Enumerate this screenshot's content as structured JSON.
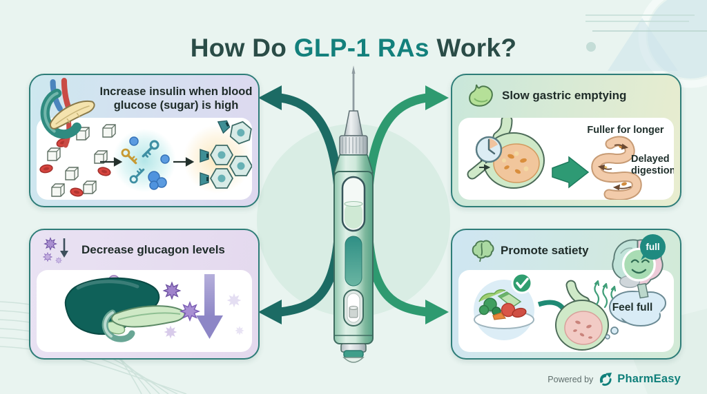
{
  "title": {
    "prefix": "How Do ",
    "highlight": "GLP-1 RAs",
    "suffix": " Work?"
  },
  "panels": {
    "insulin": {
      "heading": "Increase insulin when blood glucose (sugar) is high"
    },
    "glucagon": {
      "heading": "Decrease glucagon levels"
    },
    "gastric": {
      "heading": "Slow gastric emptying",
      "fuller_label": "Fuller for longer",
      "delayed_label": "Delayed digestion"
    },
    "satiety": {
      "heading": "Promote satiety",
      "full_badge": "full",
      "feel_full_label": "Feel full"
    }
  },
  "footer": {
    "powered_by": "Powered by",
    "brand": "PharmEasy"
  },
  "colors": {
    "background": "#e9f4f0",
    "title_dark": "#2a4c47",
    "title_accent": "#13807c",
    "panel_border": "#2e7d78",
    "arrow_dark_teal": "#1c6b64",
    "arrow_green": "#2e9a70",
    "brand_teal": "#0f7f7a",
    "badge_teal": "#1f8a80"
  }
}
